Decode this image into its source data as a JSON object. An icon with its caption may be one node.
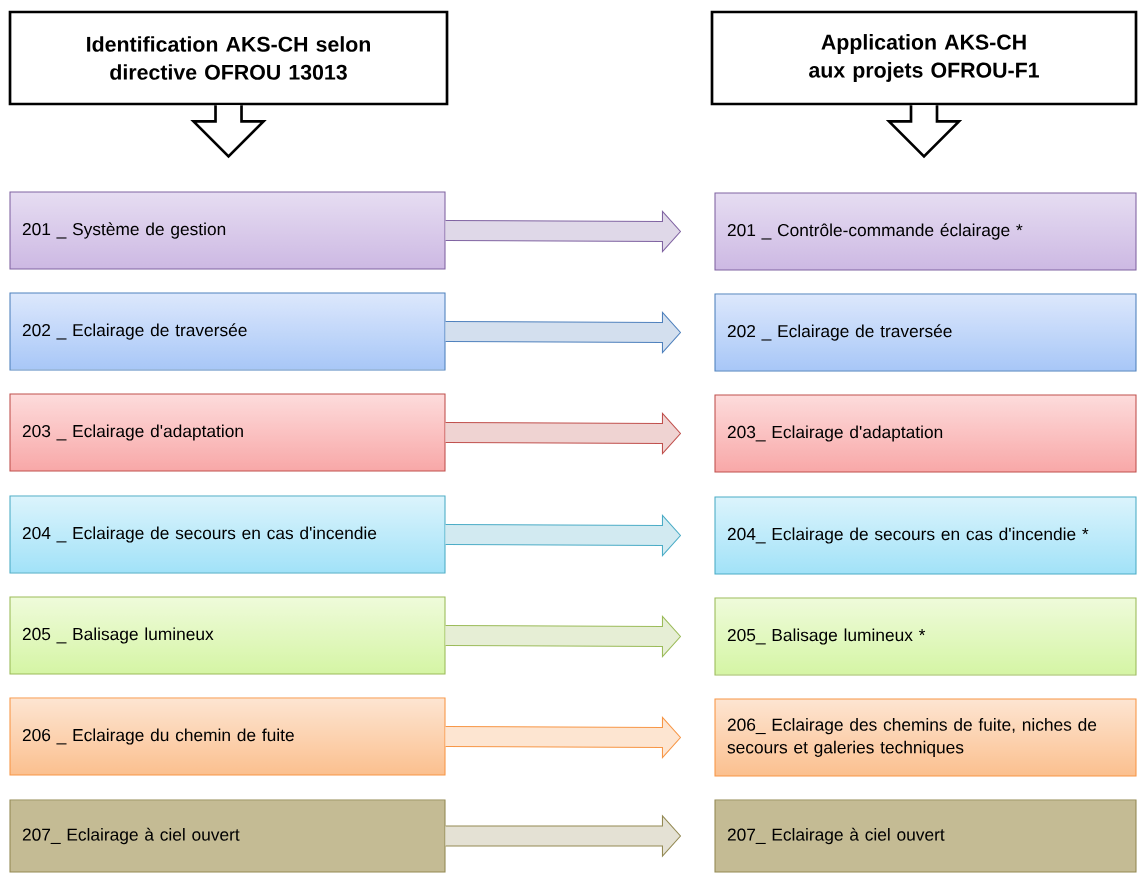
{
  "diagram": {
    "nodes": [
      {
        "text": [
          "Identification AKS-CH selon directive OFROU 13013"
        ]
      },
      {
        "text": [
          "Application AKS-CH aux projets OFROU-F1"
        ]
      },
      {
        "text": [
          "201 _ Système de gestion"
        ]
      },
      {
        "text": [
          "202 _ Eclairage de traversée"
        ]
      },
      {
        "text": [
          "203 _ Eclairage d'adaptation"
        ]
      },
      {
        "text": [
          "204 _ Eclairage de secours en cas d'incendie"
        ]
      },
      {
        "text": [
          "205 _ Balisage lumineux"
        ]
      },
      {
        "text": [
          "206 _ Eclairage du chemin de fuite"
        ]
      },
      {
        "text": [
          "207_ Eclairage à ciel ouvert"
        ]
      },
      {
        "text": [
          "201 _ Contrôle-commande éclairage *"
        ]
      },
      {
        "text": [
          "202 _ Eclairage de traversée"
        ]
      },
      {
        "text": [
          "203_ Eclairage d'adaptation"
        ]
      },
      {
        "text": [
          "204_ Eclairage de secours en cas d'incendie *"
        ]
      },
      {
        "text": [
          "205_ Balisage lumineux *"
        ]
      },
      {
        "text": [
          "206_ Eclairage des chemins de fuite, niches de secours et galeries techniques"
        ]
      },
      {
        "text": [
          "207_ Eclairage à ciel ouvert"
        ]
      }
    ],
    "edges": [
      {
        "from": 0,
        "to": null,
        "arrow": "to"
      },
      {
        "from": 1,
        "to": null,
        "arrow": "to"
      },
      {
        "from": 2,
        "to": 9,
        "arrow": "to",
        "color": "#8064a2"
      },
      {
        "from": 3,
        "to": 10,
        "arrow": "to",
        "color": "#4f81bd"
      },
      {
        "from": 4,
        "to": 11,
        "arrow": "to",
        "color": "#c0504d"
      },
      {
        "from": 5,
        "to": 12,
        "arrow": "to",
        "color": "#4bacc6"
      },
      {
        "from": 6,
        "to": 13,
        "arrow": "to",
        "color": "#9bbb59"
      },
      {
        "from": 7,
        "to": 14,
        "arrow": "to",
        "color": "#f79646"
      },
      {
        "from": 8,
        "to": 15,
        "arrow": "to",
        "color": "#938953"
      }
    ]
  }
}
